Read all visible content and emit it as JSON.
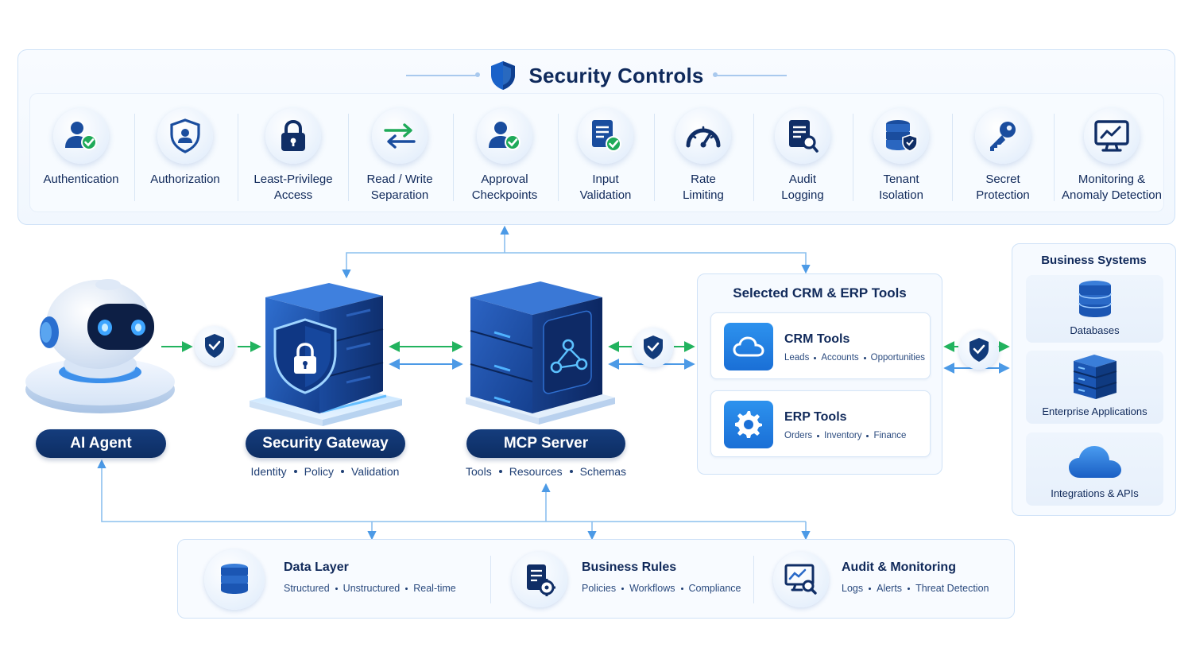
{
  "security_controls": {
    "title": "Security Controls",
    "controls": [
      {
        "label": "Authentication",
        "icon": "user-check-icon"
      },
      {
        "label": "Authorization",
        "icon": "shield-user-icon"
      },
      {
        "label": "Least-Privilege\nAccess",
        "icon": "padlock-icon"
      },
      {
        "label": "Read / Write\nSeparation",
        "icon": "swap-arrows-icon"
      },
      {
        "label": "Approval\nCheckpoints",
        "icon": "user-check-icon"
      },
      {
        "label": "Input\nValidation",
        "icon": "document-check-icon"
      },
      {
        "label": "Rate\nLimiting",
        "icon": "speedometer-icon"
      },
      {
        "label": "Audit\nLogging",
        "icon": "document-search-icon"
      },
      {
        "label": "Tenant\nIsolation",
        "icon": "database-shield-icon"
      },
      {
        "label": "Secret\nProtection",
        "icon": "key-icon"
      },
      {
        "label": "Monitoring &\nAnomaly Detection",
        "icon": "monitor-chart-icon"
      }
    ]
  },
  "flow": {
    "agent": {
      "label": "AI Agent"
    },
    "gateway": {
      "label": "Security Gateway",
      "tags": [
        "Identity",
        "Policy",
        "Validation"
      ]
    },
    "mcp": {
      "label": "MCP Server",
      "tags": [
        "Tools",
        "Resources",
        "Schemas"
      ]
    }
  },
  "tools_panel": {
    "title": "Selected CRM & ERP Tools",
    "cards": [
      {
        "name": "CRM Tools",
        "tags": [
          "Leads",
          "Accounts",
          "Opportunities"
        ],
        "icon": "cloud-icon"
      },
      {
        "name": "ERP Tools",
        "tags": [
          "Orders",
          "Inventory",
          "Finance"
        ],
        "icon": "gear-icon"
      }
    ]
  },
  "business_systems": {
    "title": "Business Systems",
    "items": [
      {
        "label": "Databases",
        "icon": "database-icon"
      },
      {
        "label": "Enterprise Applications",
        "icon": "server-stack-icon"
      },
      {
        "label": "Integrations & APIs",
        "icon": "cloud-icon"
      }
    ]
  },
  "bottom": {
    "items": [
      {
        "name": "Data Layer",
        "tags": [
          "Structured",
          "Unstructured",
          "Real-time"
        ],
        "icon": "database-icon"
      },
      {
        "name": "Business Rules",
        "tags": [
          "Policies",
          "Workflows",
          "Compliance"
        ],
        "icon": "document-gear-icon"
      },
      {
        "name": "Audit & Monitoring",
        "tags": [
          "Logs",
          "Alerts",
          "Threat Detection"
        ],
        "icon": "monitor-search-icon"
      }
    ]
  },
  "colors": {
    "navy": "#0f2a5c",
    "brand_blue": "#1a6fd6",
    "check_green": "#1faa59",
    "connector_blue": "#6fb0ea",
    "arrow_green": "#22b35e"
  }
}
